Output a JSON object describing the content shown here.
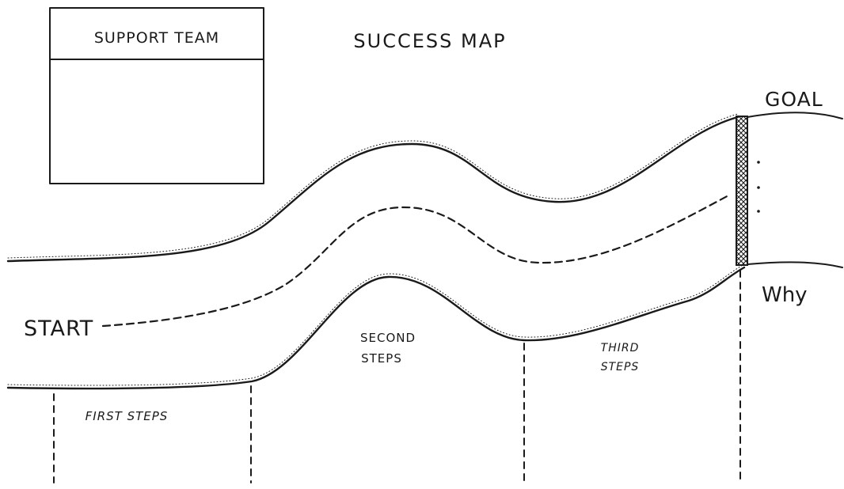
{
  "title": "SUCCESS MAP",
  "support_team": {
    "label": "SUPPORT TEAM"
  },
  "start_label": "START",
  "goal_label": "GOAL",
  "why_label": "Why",
  "steps": {
    "first": "FIRST STEPS",
    "second": [
      "SECOND",
      "STEPS"
    ],
    "third": [
      "THIRD",
      "STEPS"
    ]
  },
  "colors": {
    "ink": "#1a1a1a",
    "paper": "#ffffff"
  }
}
